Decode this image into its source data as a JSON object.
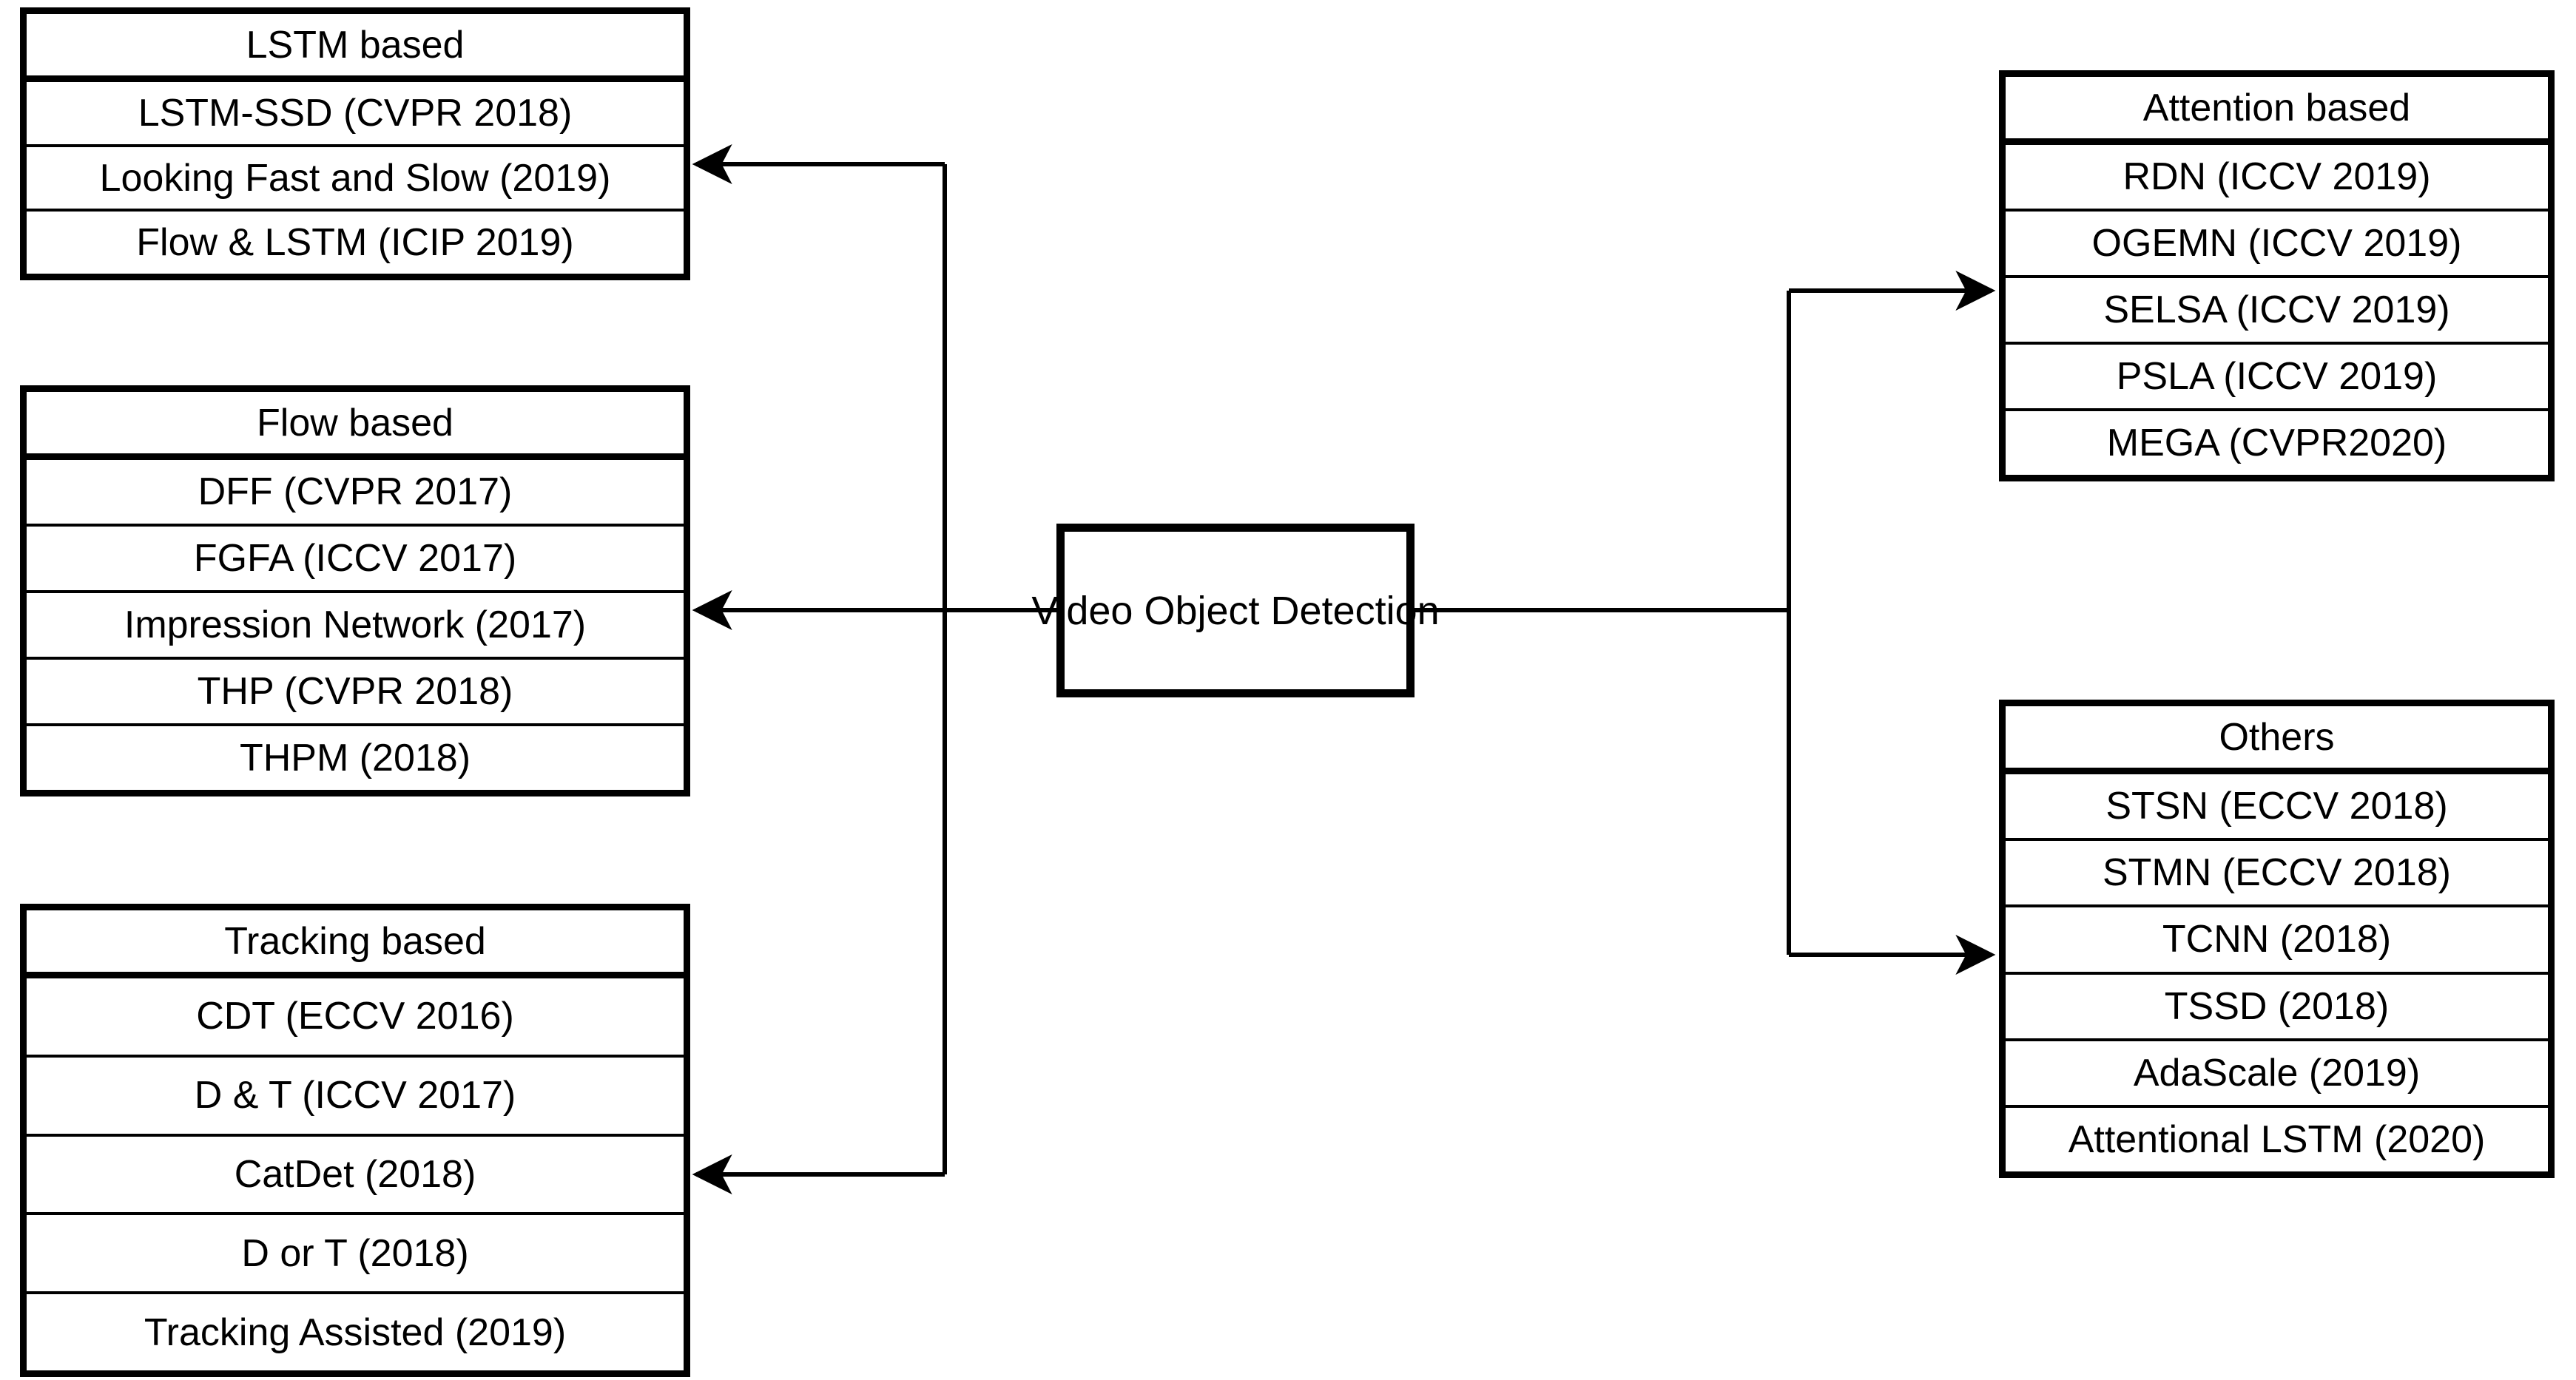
{
  "diagram": {
    "title": "Video Object Detection",
    "root": {
      "label": "Video Object Detection"
    },
    "line_color": "#000000",
    "box_border_color": "#000000",
    "background_color": "#ffffff",
    "groups": [
      {
        "id": "lstm-based",
        "header": "LSTM based",
        "items": [
          "LSTM-SSD (CVPR 2018)",
          "Looking Fast and Slow (2019)",
          "Flow & LSTM (ICIP 2019)"
        ]
      },
      {
        "id": "flow-based",
        "header": "Flow based",
        "items": [
          "DFF (CVPR 2017)",
          "FGFA (ICCV 2017)",
          "Impression Network (2017)",
          "THP (CVPR 2018)",
          "THPM (2018)"
        ]
      },
      {
        "id": "tracking-based",
        "header": "Tracking based",
        "items": [
          "CDT (ECCV 2016)",
          "D & T (ICCV 2017)",
          "CatDet (2018)",
          "D or T (2018)",
          "Tracking Assisted (2019)"
        ]
      },
      {
        "id": "attention-based",
        "header": "Attention based",
        "items": [
          "RDN (ICCV 2019)",
          "OGEMN (ICCV 2019)",
          "SELSA (ICCV 2019)",
          "PSLA (ICCV 2019)",
          "MEGA (CVPR2020)"
        ]
      },
      {
        "id": "others",
        "header": "Others",
        "items": [
          "STSN (ECCV 2018)",
          "STMN (ECCV 2018)",
          "TCNN (2018)",
          "TSSD (2018)",
          "AdaScale (2019)",
          "Attentional LSTM (2020)"
        ]
      }
    ]
  }
}
